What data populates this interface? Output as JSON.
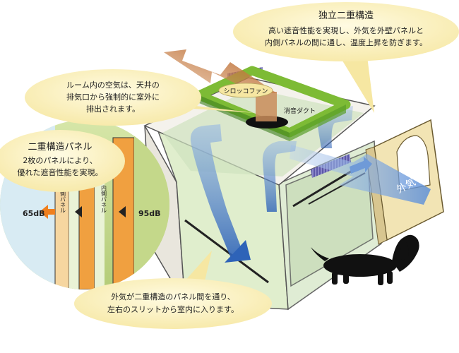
{
  "top_callout": {
    "title": "独立二重構造",
    "lines": [
      "高い遮音性能を実現し、外気を外壁パネルと",
      "内側パネルの間に通し、温度上昇を防ぎます。"
    ]
  },
  "room_air_callout": {
    "lines": [
      "ルーム内の空気は、天井の",
      "排気口から強制的に室外に",
      "排出されます。"
    ]
  },
  "panel_callout": {
    "title": "二重構造パネル",
    "lines": [
      "2枚のパネルにより、",
      "優れた遮音性能を実現。"
    ]
  },
  "bottom_callout": {
    "lines": [
      "外気が二重構造のパネル間を通り、",
      "左右のスリットから室内に入ります。"
    ]
  },
  "labels": {
    "sirocco_fan": "シロッコファン",
    "silencer_duct": "消音ダクト",
    "outside_air": "外気"
  },
  "panel_detail": {
    "level_outside": "65dB",
    "level_inside": "95dB",
    "panel_label_1": "内側パネル",
    "panel_label_2": "内側パネル"
  },
  "colors": {
    "callout_fill": "#fbf0b8",
    "panel_orange": "#f0a040",
    "panel_green": "#c4d88a",
    "airflow_blue": "#3f78c8",
    "exhaust_brown": "#b86a2c",
    "fan_green": "#8cc63f"
  }
}
